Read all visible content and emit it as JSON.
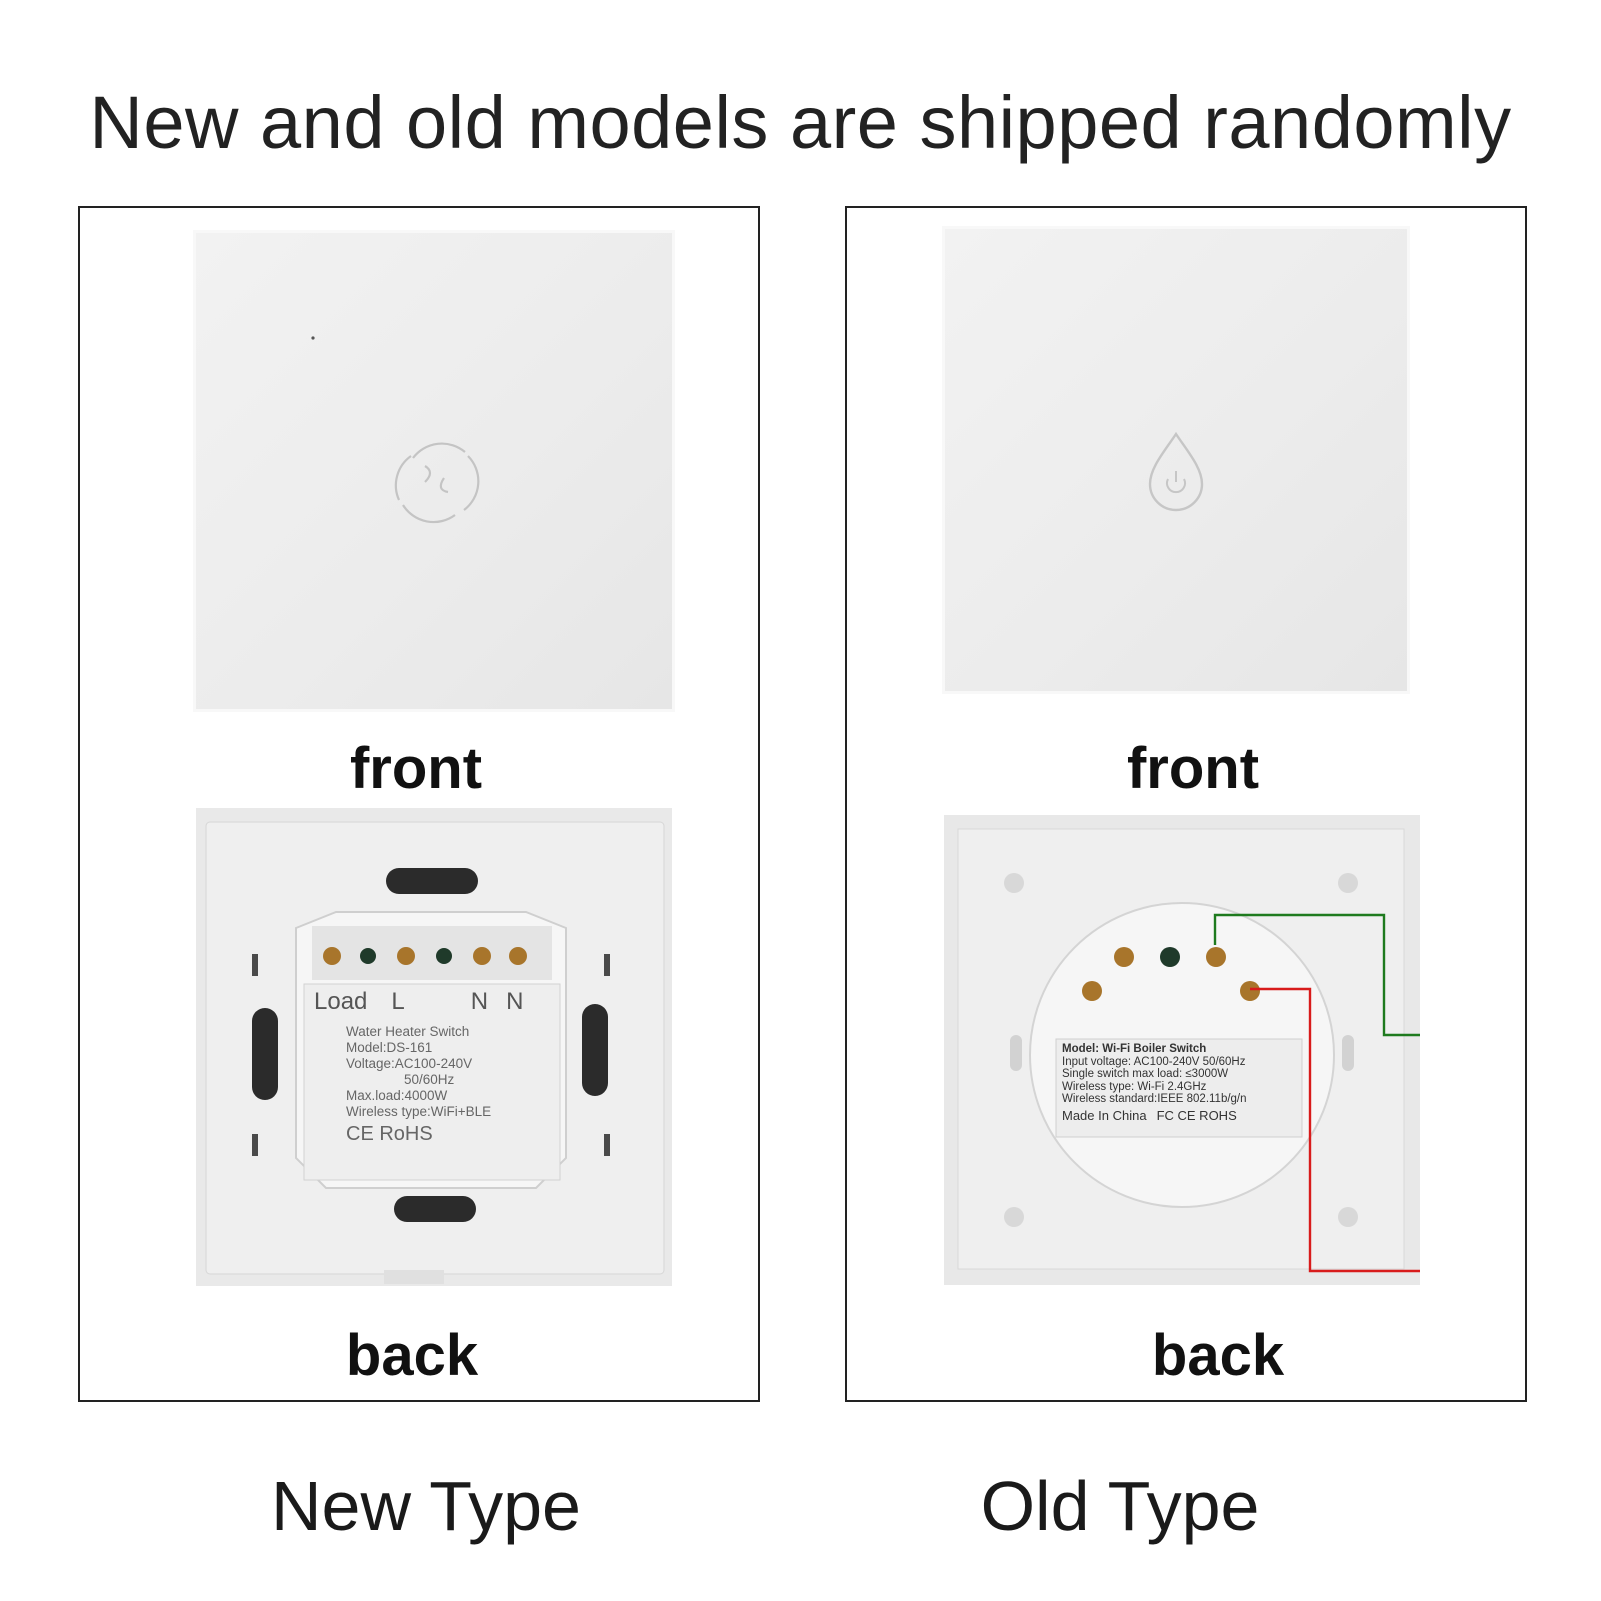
{
  "header": {
    "title": "New and old models are shipped randomly"
  },
  "new_type": {
    "label": "New Type",
    "front_label": "front",
    "back_label": "back",
    "label_panel": {
      "terminals": [
        "Load",
        "L",
        "N",
        "N"
      ],
      "name": "Water Heater Switch",
      "model": "Model:DS-161",
      "voltage": "Voltage:AC100-240V",
      "frequency": "50/60Hz",
      "max_load": "Max.load:4000W",
      "wireless": "Wireless type:WiFi+BLE",
      "marks": "CE RoHS"
    }
  },
  "old_type": {
    "label": "Old Type",
    "front_label": "front",
    "back_label": "back",
    "label_panel": {
      "model": "Model: Wi-Fi Boiler  Switch",
      "input": "Input voltage: AC100-240V 50/60Hz",
      "max_load": "Single switch max load: ≤3000W",
      "wireless_type": "Wireless type:  Wi-Fi 2.4GHz",
      "standard": "Wireless standard:IEEE 802.11b/g/n",
      "made_in": "Made  In China",
      "marks": "FC  CE  ROHS"
    }
  },
  "colors": {
    "wire_green": "#1e7a1e",
    "wire_red": "#d81b1b",
    "frame": "#222222"
  }
}
